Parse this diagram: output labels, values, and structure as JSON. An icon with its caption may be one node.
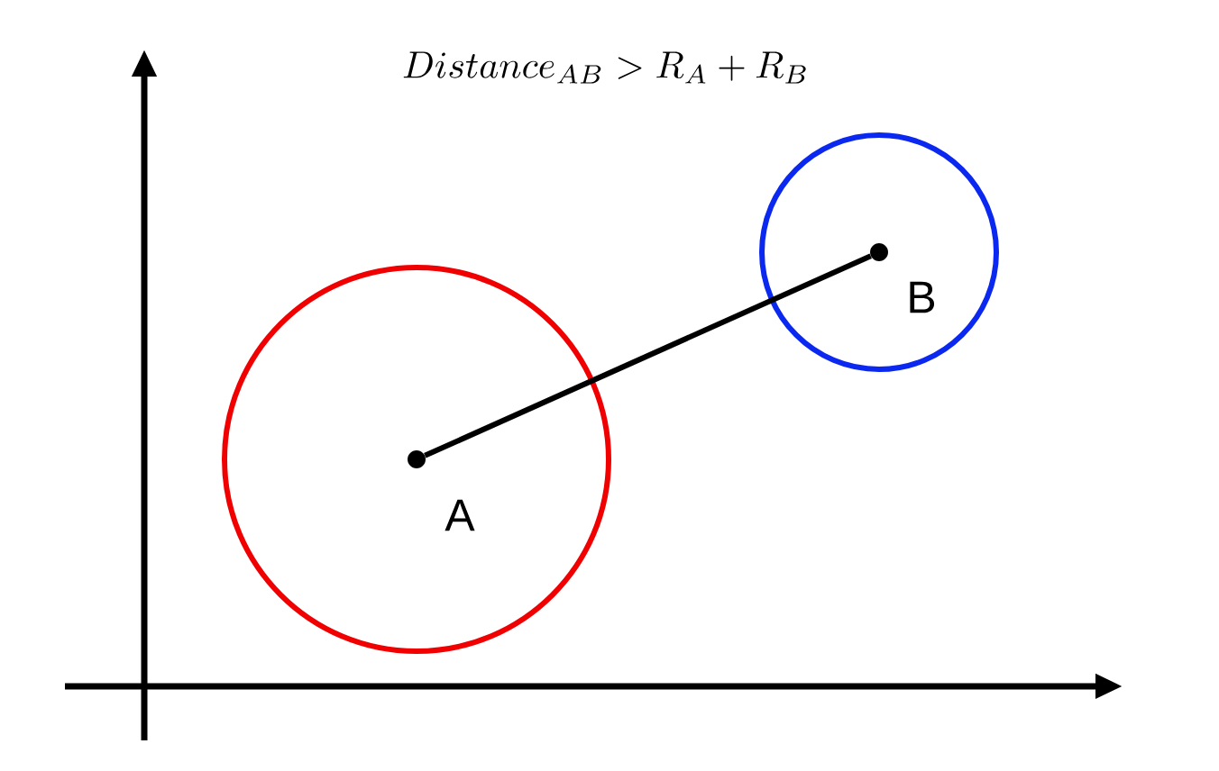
{
  "diagram": {
    "title": "Distance_{AB} > R_A + R_B",
    "nodes": [
      {
        "text": [
          "A"
        ]
      },
      {
        "text": [],
        "shape": "dot",
        "in": 0
      },
      {
        "text": [
          "B"
        ]
      },
      {
        "text": [],
        "shape": "dot",
        "in": 2
      }
    ],
    "edges": [
      {
        "from": 1,
        "to": 3,
        "arrow": "none"
      }
    ]
  }
}
